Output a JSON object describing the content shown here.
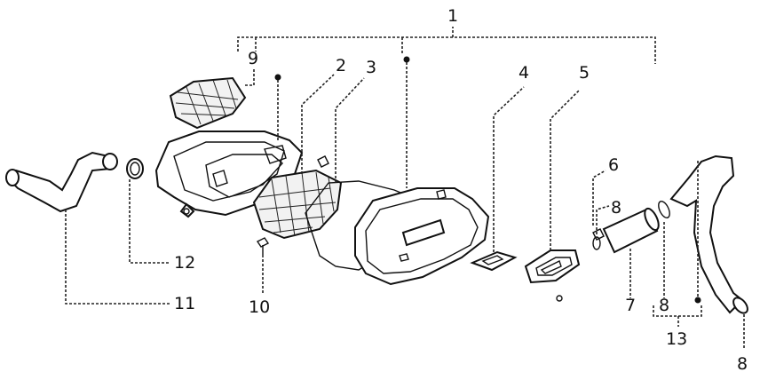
{
  "callouts": {
    "c1": "1",
    "c2": "2",
    "c3": "3",
    "c4": "4",
    "c5": "5",
    "c6": "6",
    "c7": "7",
    "c8a": "8",
    "c8b": "8",
    "c8c": "8",
    "c9": "9",
    "c10": "10",
    "c11": "11",
    "c12": "12",
    "c13": "13"
  },
  "colors": {
    "line": "#111111",
    "background": "#ffffff"
  }
}
